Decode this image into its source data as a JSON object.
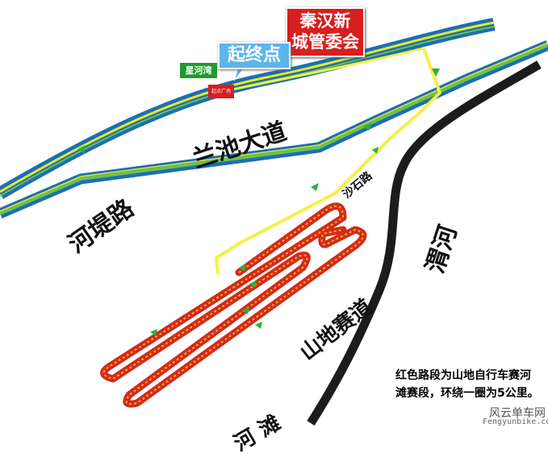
{
  "colors": {
    "road_outer": "#1b6fb4",
    "road_inner": "#e8e82a",
    "road_stripe": "#6fc04a",
    "gravel_road": "#f5f047",
    "mtb_course": "#d42a1a",
    "arrow": "#2db13a",
    "river": "#1c1c1c"
  },
  "labels": {
    "committee": "秦汉新城管委会",
    "start_finish": "起终点",
    "xinghewan": "星河湾",
    "start_plaza": "起点广场",
    "lanchi_avenue": "兰池大道",
    "hedi_road": "河堤路",
    "gravel_road": "沙石路",
    "weihe": "渭河",
    "mountain_track": "山地赛道",
    "river_beach": "河 滩"
  },
  "committee_lines": [
    "秦汉新",
    "城管委会"
  ],
  "note": "红色路段为山地自行车赛河滩赛段，环绕一圈为5公里。",
  "watermark": {
    "cn": "风云单车网",
    "url": "Fengyunbike.com"
  }
}
